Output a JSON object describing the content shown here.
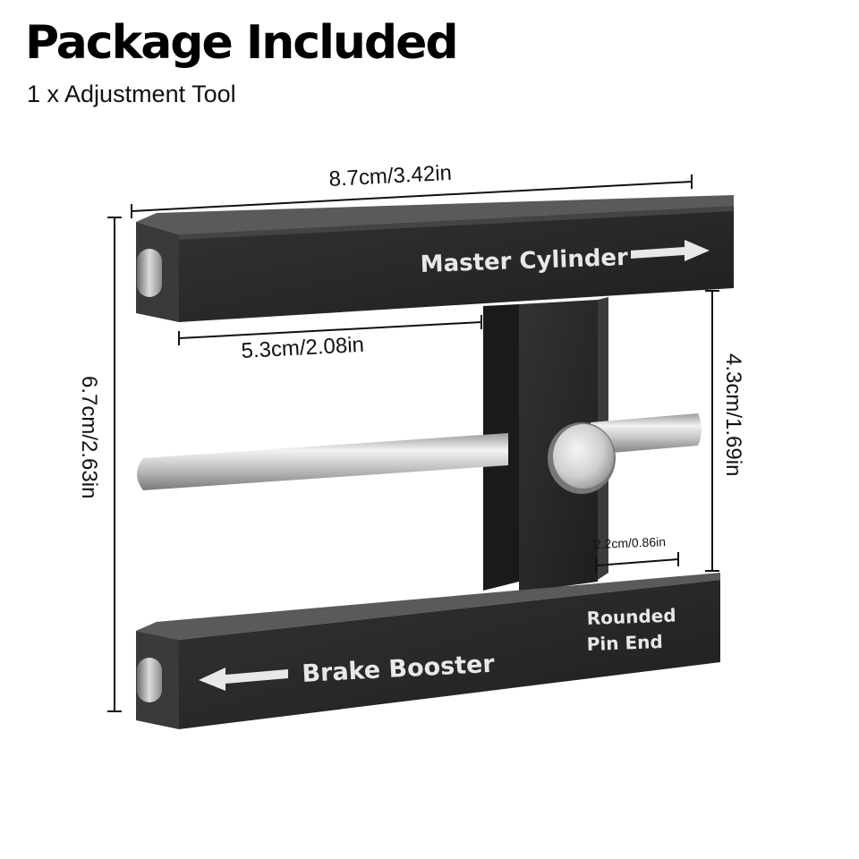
{
  "header": {
    "title": "Package Included",
    "subtitle": "1 x Adjustment Tool"
  },
  "dimensions": {
    "width_total": "8.7cm/3.42in",
    "height_total": "6.7cm/2.63in",
    "inner_opening": "5.3cm/2.08in",
    "right_gap": "4.3cm/1.69in",
    "pin_end": "2.2cm/0.86in"
  },
  "tool_labels": {
    "top_bar": "Master Cylinder",
    "bottom_bar": "Brake Booster",
    "pin_label_line1": "Rounded",
    "pin_label_line2": "Pin End"
  },
  "colors": {
    "tool_body": "#2b2b2b",
    "engraving": "#e8e8e8",
    "pin": "#c8c8c8"
  }
}
